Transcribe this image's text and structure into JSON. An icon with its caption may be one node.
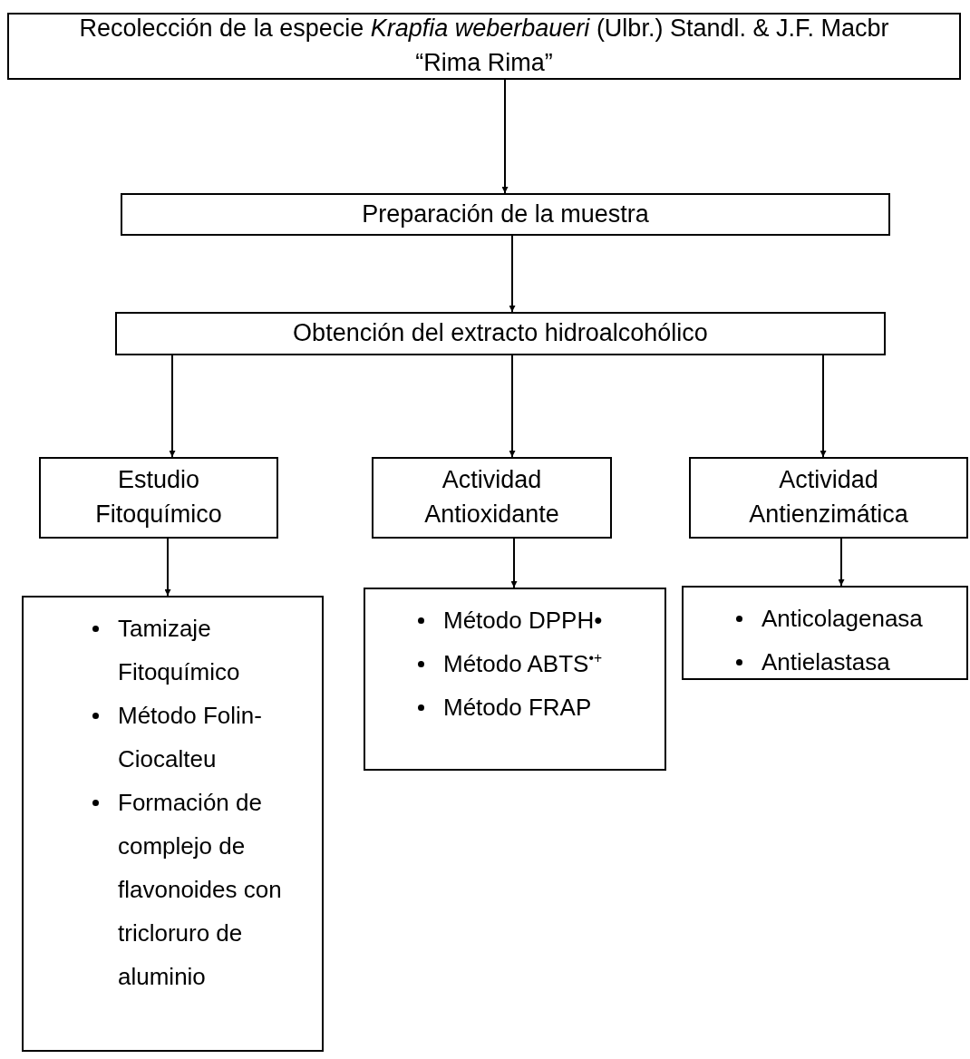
{
  "diagram": {
    "nodes": [
      {
        "text": [
          "Recolección de la especie *Krapfia weberbaueri* (Ulbr.) Standl. & J.F. Macbr “Rima Rima”"
        ]
      },
      {
        "text": [
          "Preparación de la muestra"
        ]
      },
      {
        "text": [
          "Obtención del extracto hidroalcohólico"
        ]
      },
      {
        "text": [
          "Estudio Fitoquímico"
        ]
      },
      {
        "text": [
          "Actividad Antioxidante"
        ]
      },
      {
        "text": [
          "Actividad Antienzimática"
        ]
      },
      {
        "text": [
          "Tamizaje Fitoquímico",
          "Método Folin-Ciocalteu",
          "Formación de complejo de flavonoides con tricloruro de aluminio"
        ]
      },
      {
        "text": [
          "Método DPPH•",
          "Método ABTS$^{•+}$",
          "Método FRAP"
        ]
      },
      {
        "text": [
          "Anticolagenasa",
          "Antielastasa"
        ]
      }
    ],
    "edges": [
      {
        "from": 0,
        "to": 1,
        "arrow": "to"
      },
      {
        "from": 1,
        "to": 2,
        "arrow": "to"
      },
      {
        "from": 2,
        "to": 3,
        "arrow": "to"
      },
      {
        "from": 2,
        "to": 4,
        "arrow": "to"
      },
      {
        "from": 2,
        "to": 5,
        "arrow": "to"
      },
      {
        "from": 3,
        "to": 6,
        "arrow": "to"
      },
      {
        "from": 4,
        "to": 7,
        "arrow": "to"
      },
      {
        "from": 5,
        "to": 8,
        "arrow": "to"
      }
    ]
  }
}
